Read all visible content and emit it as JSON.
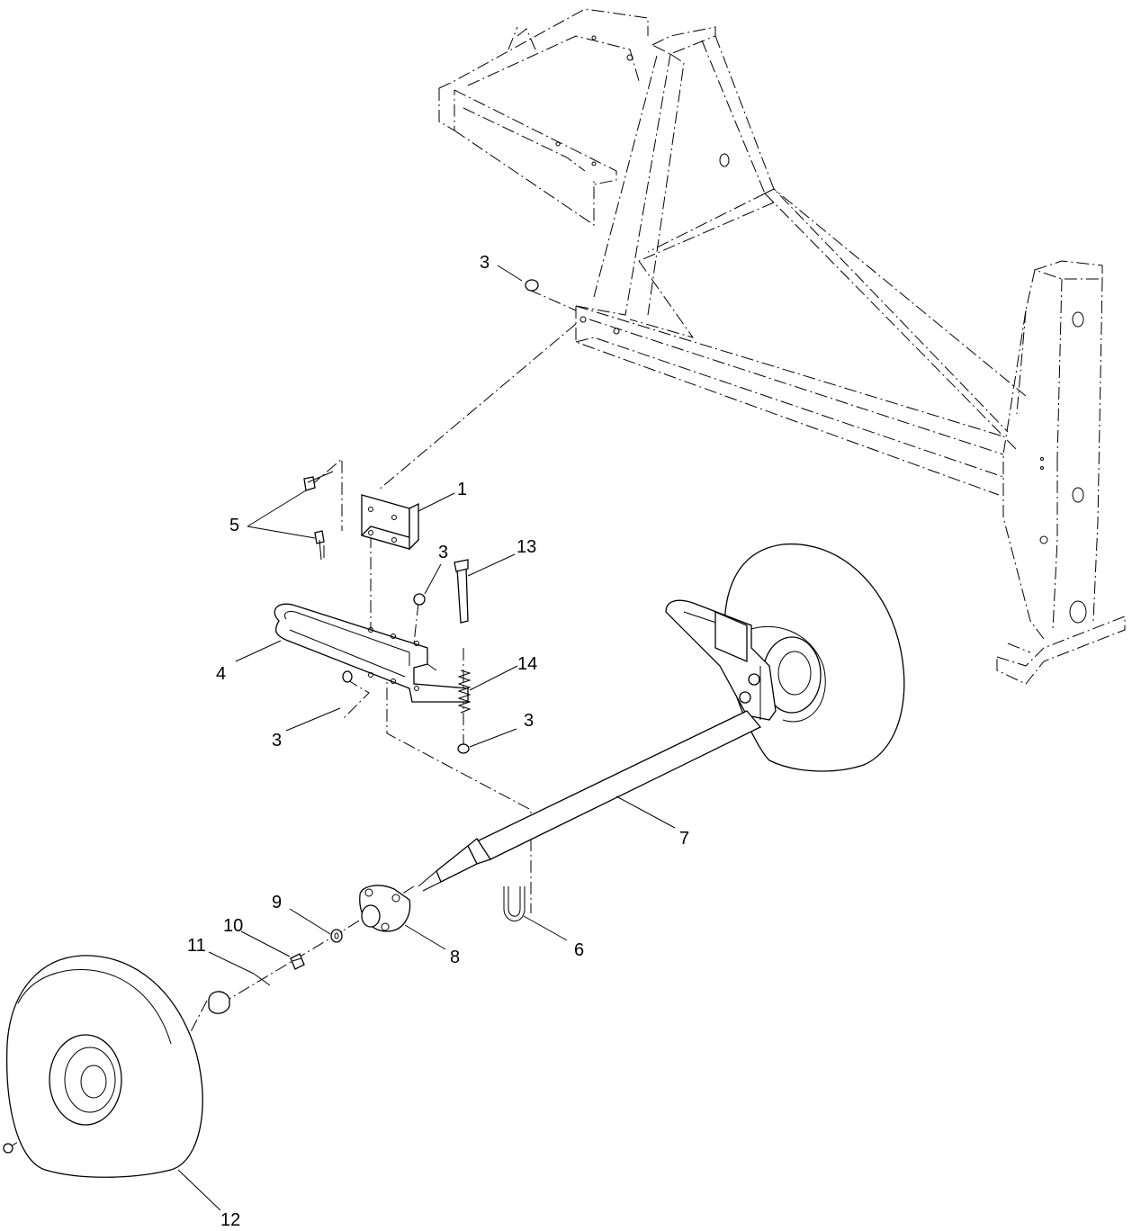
{
  "callouts": {
    "c1": "1",
    "c3a": "3",
    "c3b": "3",
    "c3c": "3",
    "c3d": "3",
    "c4": "4",
    "c5": "5",
    "c6": "6",
    "c7": "7",
    "c8": "8",
    "c9": "9",
    "c10": "10",
    "c11": "11",
    "c12": "12",
    "c13": "13",
    "c14": "14"
  }
}
